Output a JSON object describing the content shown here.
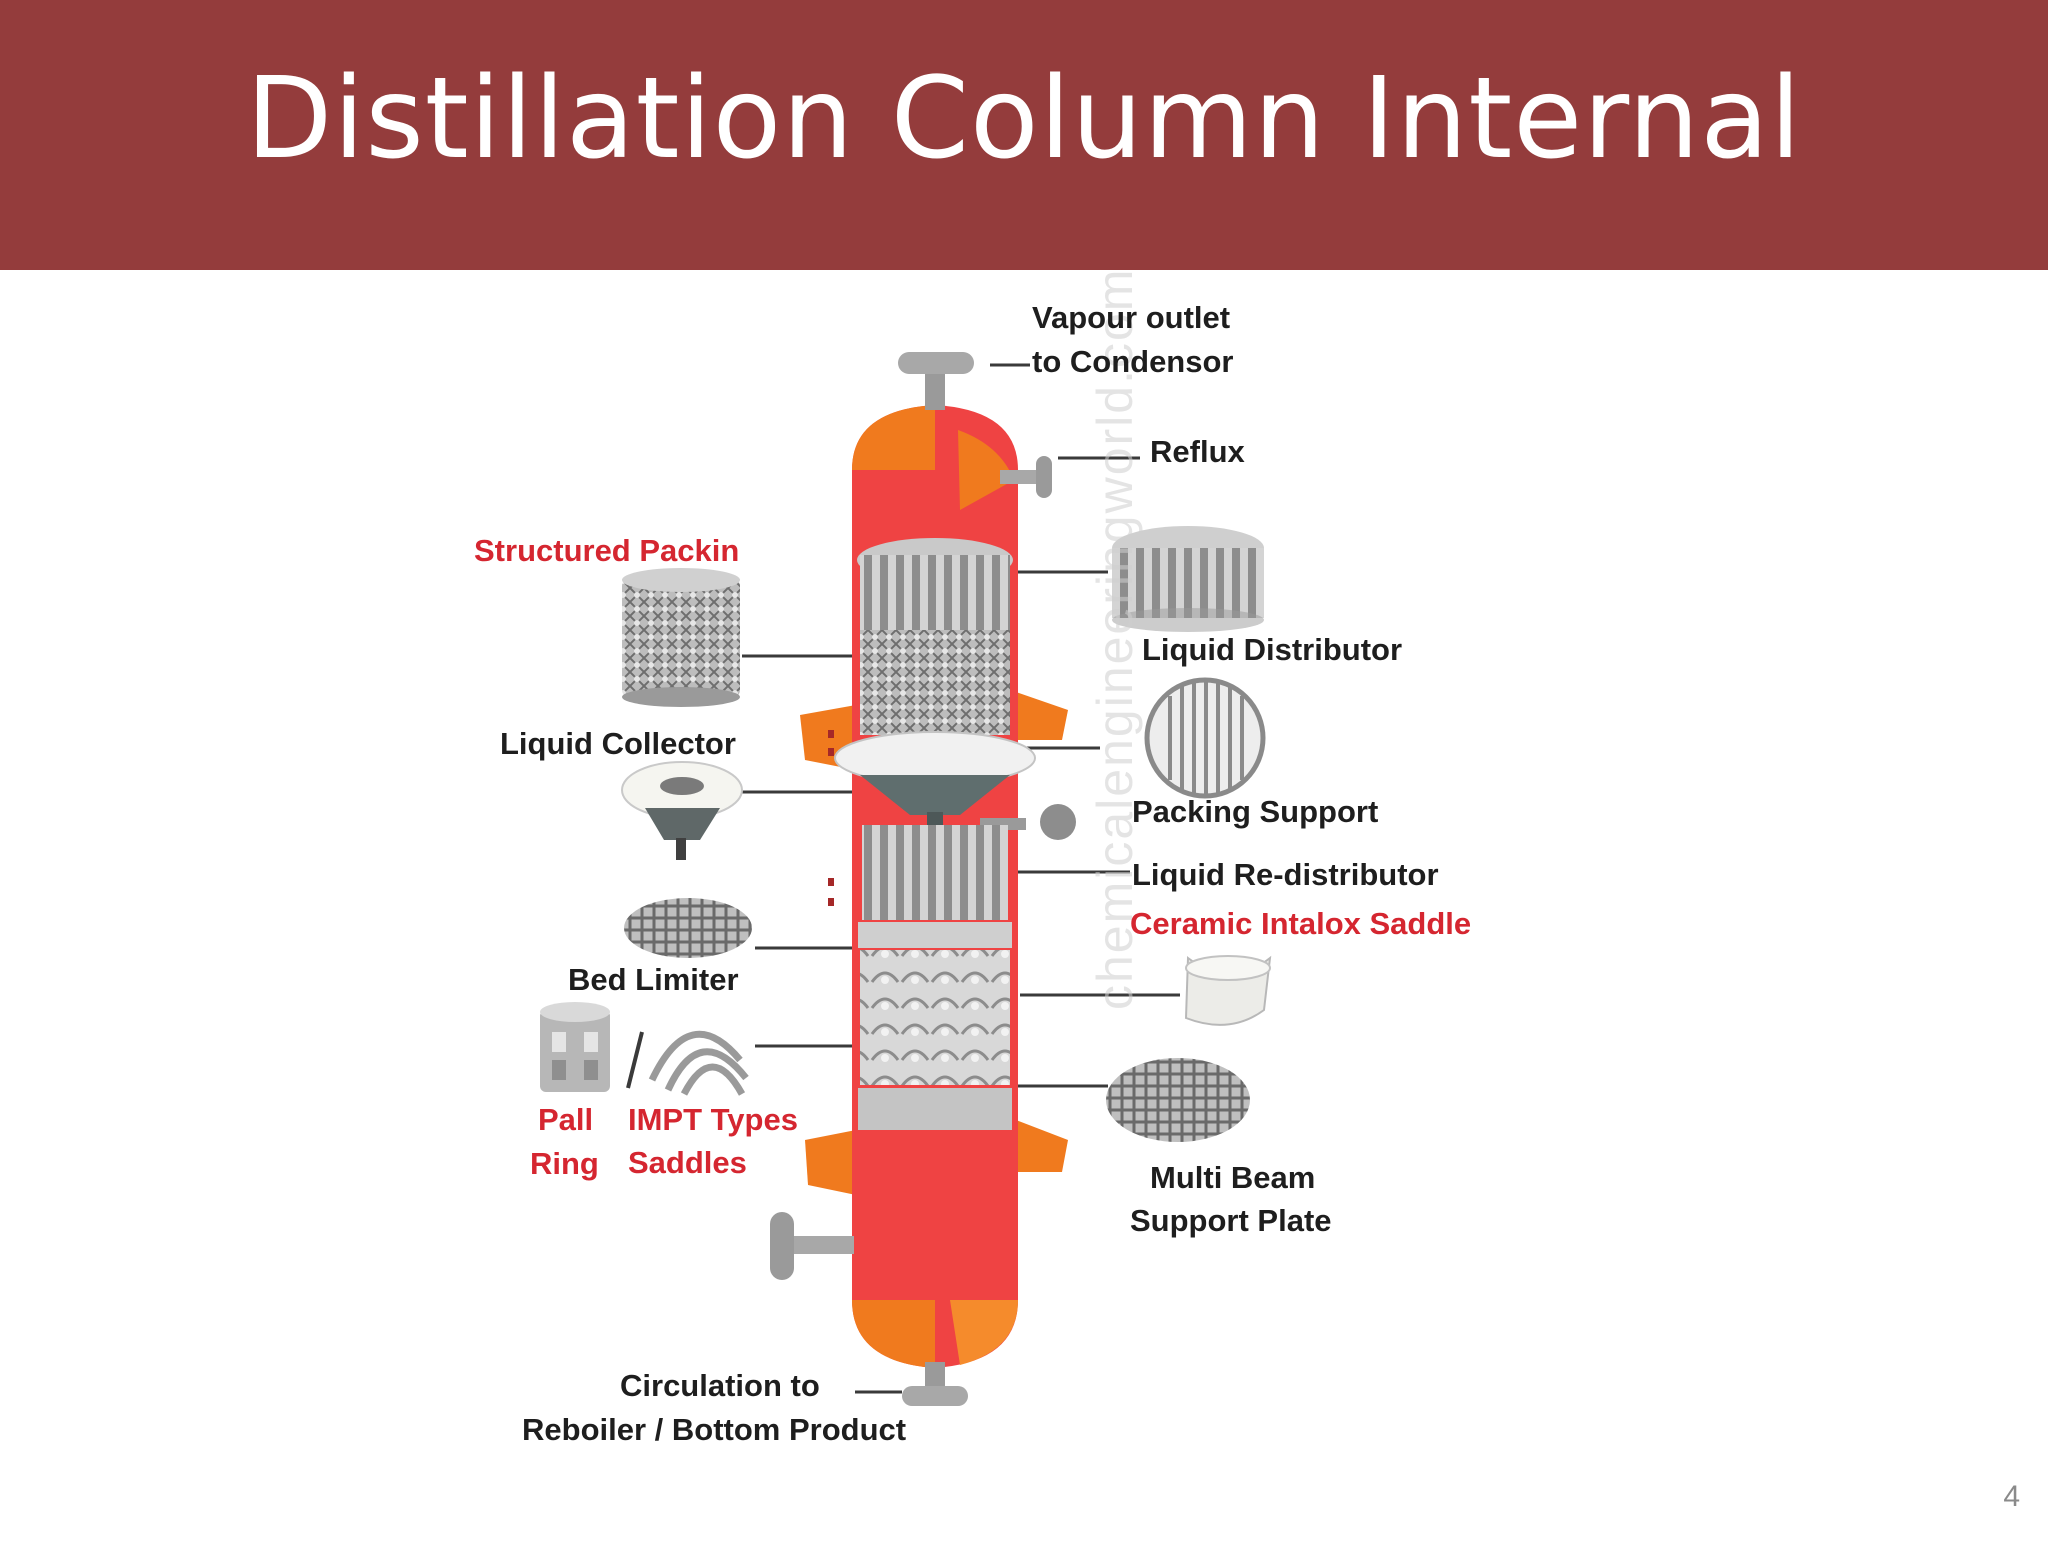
{
  "slide": {
    "title": "Distillation Column Internal",
    "page_number": "4"
  },
  "diagram": {
    "watermark": "chemicalengineeringworld.com",
    "labels": {
      "vapour_outlet_1": "Vapour outlet",
      "vapour_outlet_2": "to Condensor",
      "reflux": "Reflux",
      "structured_packing": "Structured Packin",
      "liquid_distributor": "Liquid Distributor",
      "liquid_collector": "Liquid Collector",
      "packing_support": "Packing Support",
      "liquid_redistributor": "Liquid Re-distributor",
      "ceramic_intalox_saddle": "Ceramic Intalox Saddle",
      "bed_limiter": "Bed Limiter",
      "pall_ring_1": "Pall",
      "pall_ring_2": "Ring",
      "impt_types_1": "IMPT Types",
      "impt_types_2": "Saddles",
      "multi_beam_1": "Multi Beam",
      "multi_beam_2": "Support Plate",
      "circulation_1": "Circulation to",
      "circulation_2": "Reboiler / Bottom Product"
    }
  },
  "colors": {
    "header": "#943c3c",
    "column_shell": "#ef4343",
    "column_accent": "#f07a1e",
    "internals": "#9a9a9a",
    "label_dark": "#1e1e1e",
    "label_red": "#d52630"
  }
}
